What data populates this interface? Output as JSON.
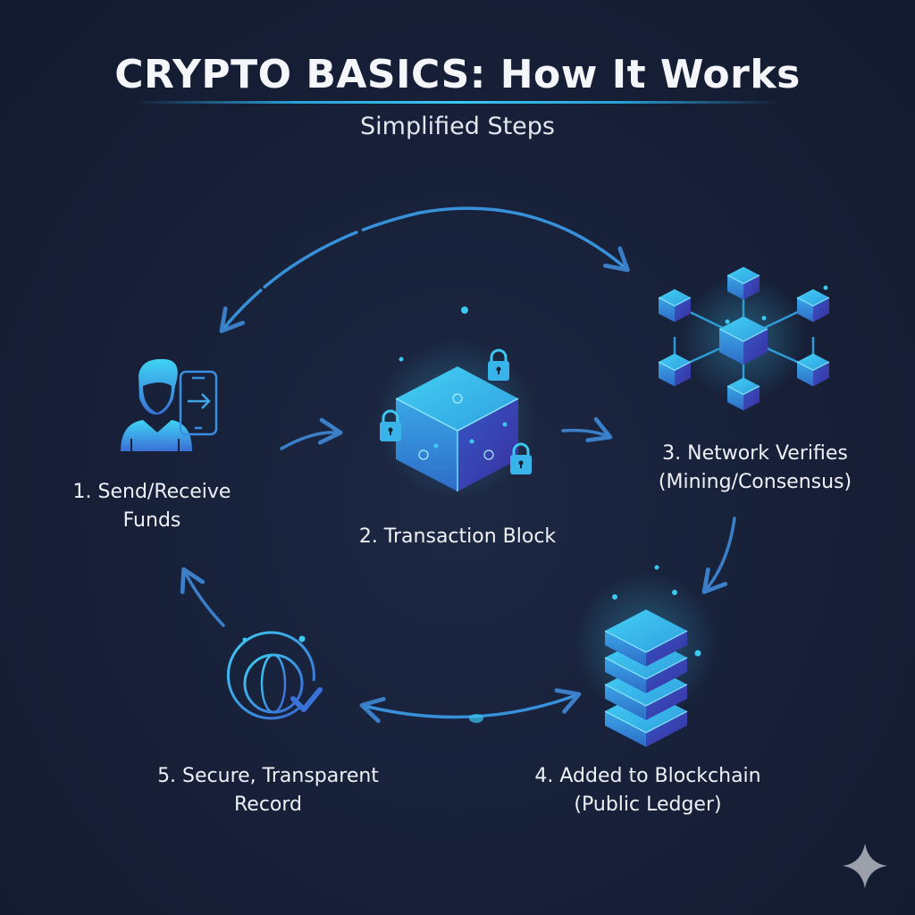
{
  "header": {
    "title": "CRYPTO BASICS: How It Works",
    "subtitle": "Simplified Steps"
  },
  "steps": [
    {
      "number": 1,
      "line1": "1. Send/Receive",
      "line2": "Funds",
      "icon": "user-phone-transfer-icon"
    },
    {
      "number": 2,
      "line1": "2. Transaction Block",
      "line2": "",
      "icon": "locked-cube-icon"
    },
    {
      "number": 3,
      "line1": "3. Network Verifies",
      "line2": "(Mining/Consensus)",
      "icon": "network-nodes-icon"
    },
    {
      "number": 4,
      "line1": "4. Added to Blockchain",
      "line2": "(Public Ledger)",
      "icon": "stacked-blocks-icon"
    },
    {
      "number": 5,
      "line1": "5. Secure, Transparent",
      "line2": "Record",
      "icon": "globe-check-icon"
    }
  ],
  "colors": {
    "background": "#18213a",
    "accent_cyan": "#3cc8f0",
    "accent_blue": "#2f7fd0",
    "cube_light": "#38b6ec",
    "cube_dark": "#3a3fb0",
    "arrow": "#3a7fc8"
  },
  "watermark": {
    "icon": "sparkle-icon"
  }
}
